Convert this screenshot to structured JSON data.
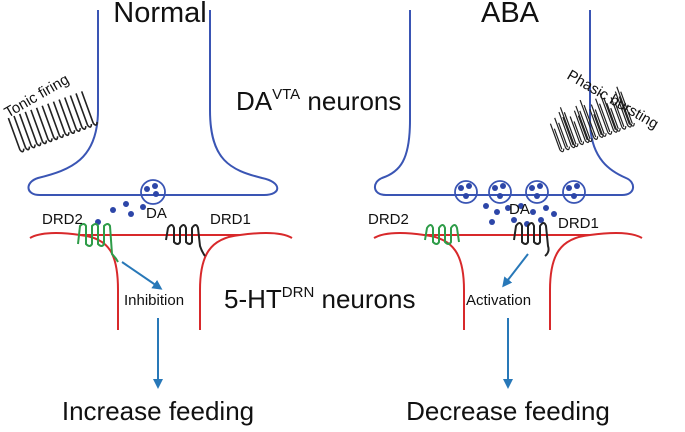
{
  "panels": {
    "left": {
      "title": "Normal",
      "firing": "Tonic firing",
      "receptor_a": "DRD2",
      "receptor_b": "DRD1",
      "ligand": "DA",
      "effect": "Inhibition",
      "outcome": "Increase feeding"
    },
    "right": {
      "title": "ABA",
      "firing": "Phasic bursting",
      "receptor_a": "DRD2",
      "receptor_b": "DRD1",
      "ligand": "DA",
      "effect": "Activation",
      "outcome": "Decrease feeding"
    }
  },
  "center": {
    "da_base": "DA",
    "da_sup": "VTA",
    "da_suffix": " neurons",
    "ht_base": "5-HT",
    "ht_sup": "DRN",
    "ht_suffix": " neurons"
  },
  "colors": {
    "da_neuron": "#3a55b4",
    "ht_neuron": "#d8292b",
    "drd2": "#2e9c48",
    "drd1": "#222222",
    "vesicle": "#2d46a8",
    "arrow": "#2878b8",
    "spikes": "#222222"
  },
  "icons": [
    "arrow-down-icon",
    "spike-train-icon",
    "receptor-icon",
    "vesicle-icon"
  ]
}
